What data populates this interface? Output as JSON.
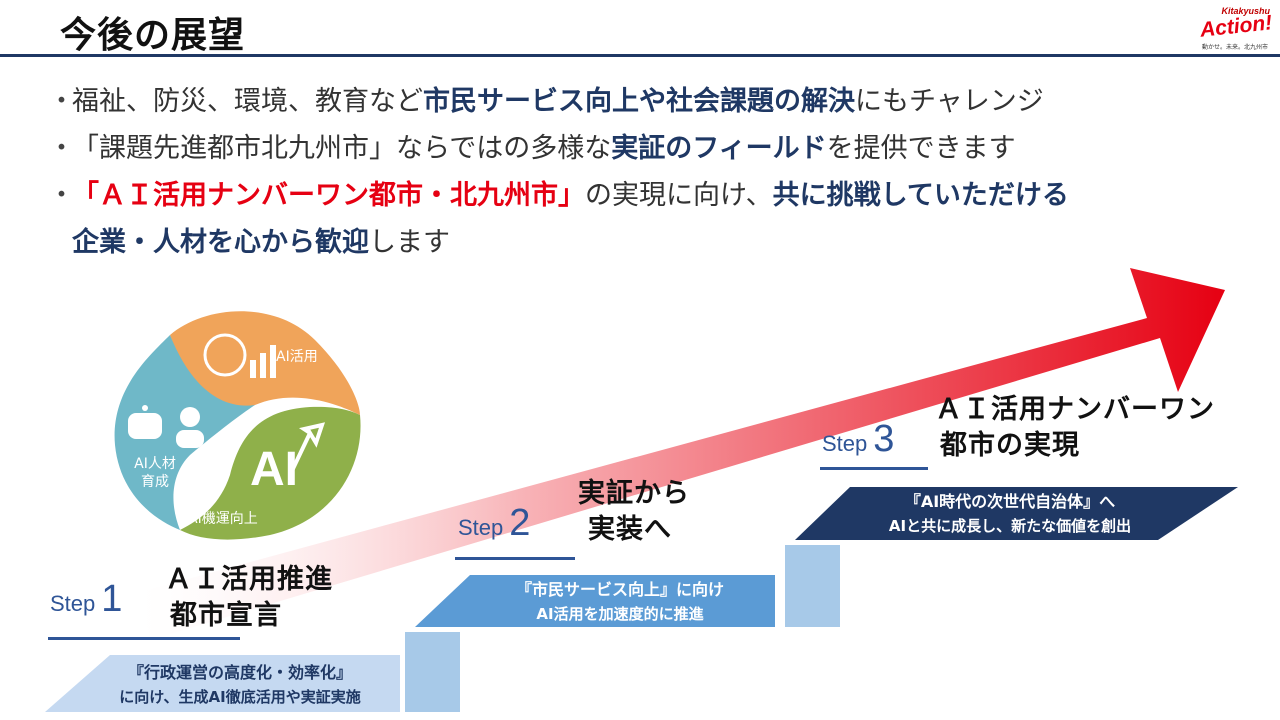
{
  "header": {
    "title": "今後の展望",
    "logo": {
      "line1": "Kitakyushu",
      "line2": "Action!",
      "line3": "動かせ。未来。北九州市"
    }
  },
  "bullets": [
    {
      "dot": "・",
      "parts": [
        {
          "text": "福祉、防災、環境、教育など",
          "style": "normal"
        },
        {
          "text": "市民サービス向上や社会課題の解決",
          "style": "navy"
        },
        {
          "text": "にもチャレンジ",
          "style": "normal"
        }
      ]
    },
    {
      "dot": "・",
      "parts": [
        {
          "text": "「課題先進都市北九州市」ならではの多様な",
          "style": "normal"
        },
        {
          "text": "実証のフィールド",
          "style": "navy"
        },
        {
          "text": "を提供できます",
          "style": "normal"
        }
      ]
    },
    {
      "dot": "・",
      "parts": [
        {
          "text": "「ＡＩ活用ナンバーワン都市・北九州市」",
          "style": "red"
        },
        {
          "text": "の実現に向け、",
          "style": "normal"
        },
        {
          "text": "共に挑戦していただける",
          "style": "navy"
        }
      ]
    },
    {
      "dot": "",
      "parts": [
        {
          "text": "企業・人材を心から歓迎",
          "style": "navy"
        },
        {
          "text": "します",
          "style": "normal"
        }
      ]
    }
  ],
  "wheel": {
    "segments": [
      "AI活用",
      "AI人材\n育成",
      "AI機運向上"
    ],
    "center_text": "AI",
    "colors": {
      "orange": "#f0a45a",
      "teal": "#6fb8c8",
      "green": "#8fb04a"
    }
  },
  "steps": [
    {
      "word": "Step",
      "num": "1",
      "title_l1": "ＡＩ活用推進",
      "title_l2": "都市宣言",
      "banner_l1": "『行政運営の高度化・効率化』",
      "banner_l2": "に向け、生成AI徹底活用や実証実施"
    },
    {
      "word": "Step",
      "num": "2",
      "title_l1": "実証から",
      "title_l2": "実装へ",
      "banner_l1": "『市民サービス向上』に向け",
      "banner_l2": "AI活用を加速度的に推進"
    },
    {
      "word": "Step",
      "num": "3",
      "title_l1": "ＡＩ活用ナンバーワン",
      "title_l2": "都市の実現",
      "banner_l1": "『AI時代の次世代自治体』へ",
      "banner_l2": "AIと共に成長し、新たな価値を創出"
    }
  ],
  "colors": {
    "navy": "#1f3864",
    "red": "#e60012",
    "step_blue": "#2f5597",
    "banner2": "#5b9bd5",
    "banner1": "#c5d9f1",
    "banner3": "#1f3864"
  }
}
